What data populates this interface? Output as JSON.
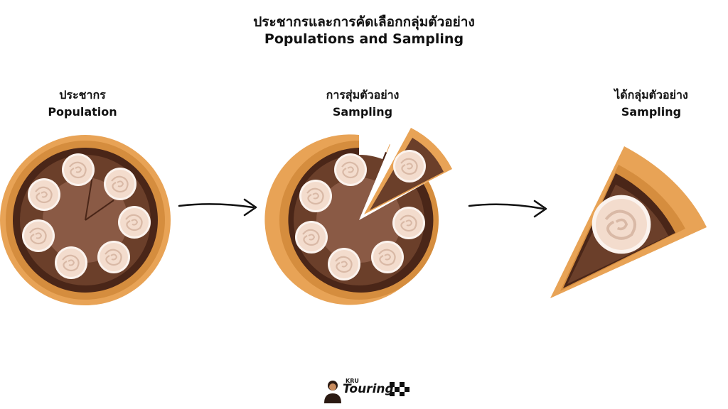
{
  "title": {
    "thai": "ประชากรและการคัดเลือกกลุ่มตัวอย่าง",
    "english": "Populations and Sampling"
  },
  "stages": [
    {
      "thai": "ประชากร",
      "english": "Population"
    },
    {
      "thai": "การสุ่มตัวอย่าง",
      "english": "Sampling"
    },
    {
      "thai": "ได้กลุ่มตัวอย่าง",
      "english": "Sampling"
    }
  ],
  "brand": {
    "small": "KRU",
    "name": "Touring"
  },
  "colors": {
    "crust": "#e8a356",
    "crust_dark": "#c9802f",
    "chocolate": "#6b3f2a",
    "chocolate_light": "#8a5a45",
    "cream": "#f4e1d6",
    "arrow": "#111111"
  }
}
